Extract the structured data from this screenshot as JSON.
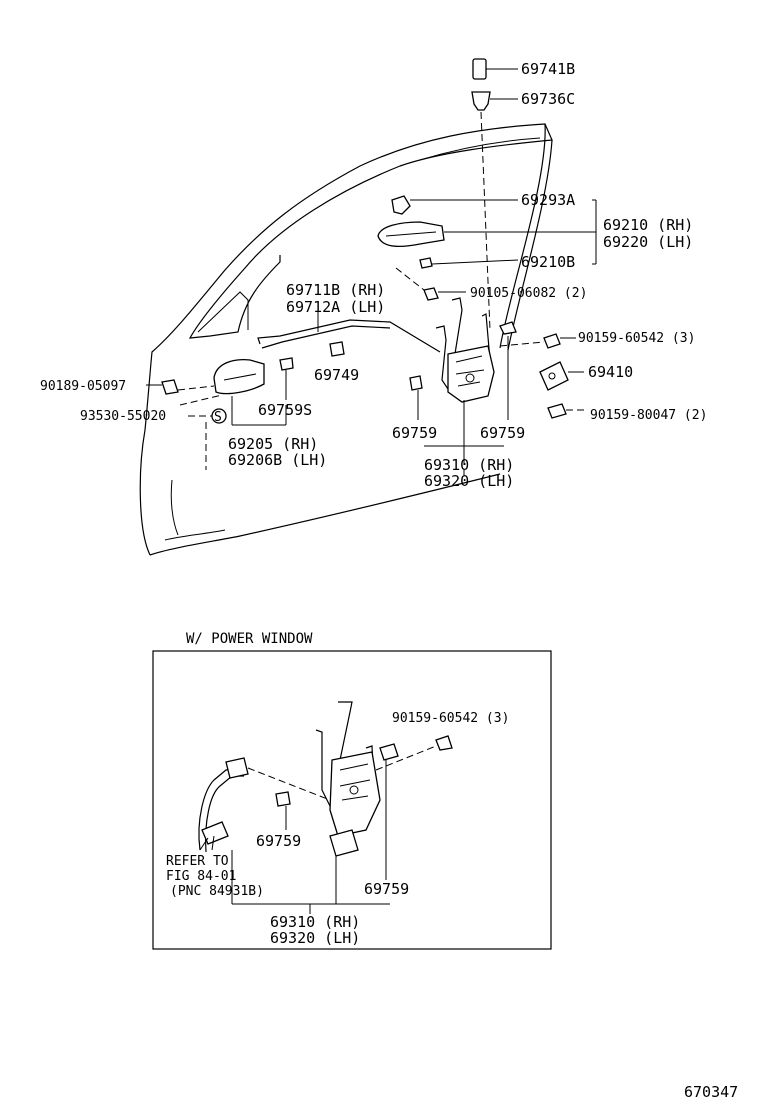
{
  "labels": {
    "p69741B": "69741B",
    "p69736C": "69736C",
    "p69293A": "69293A",
    "p69210rh": "69210 (RH)",
    "p69220lh": "69220 (LH)",
    "p69210B": "69210B",
    "p90105": "90105-06082 (2)",
    "p69711B": "69711B (RH)",
    "p69712A": "69712A (LH)",
    "p90159a": "90159-60542 (3)",
    "p69410": "69410",
    "p90189": "90189-05097",
    "p69749": "69749",
    "p93530": "93530-55020",
    "p69759S": "69759S",
    "p90159b": "90159-80047 (2)",
    "p69205": "69205  (RH)",
    "p69206B": "69206B (LH)",
    "p69759a": "69759",
    "p69759b": "69759",
    "p69310rh": "69310 (RH)",
    "p69320lh": "69320 (LH)",
    "symS": "S"
  },
  "inset": {
    "title": "W/ POWER WINDOW",
    "p90159": "90159-60542 (3)",
    "p69759a": "69759",
    "p69759b": "69759",
    "refer1": "REFER TO",
    "refer2": "FIG 84-01",
    "refer3": "(PNC 84931B)",
    "p69310rh": "69310 (RH)",
    "p69320lh": "69320 (LH)"
  },
  "figure_number": "670347"
}
